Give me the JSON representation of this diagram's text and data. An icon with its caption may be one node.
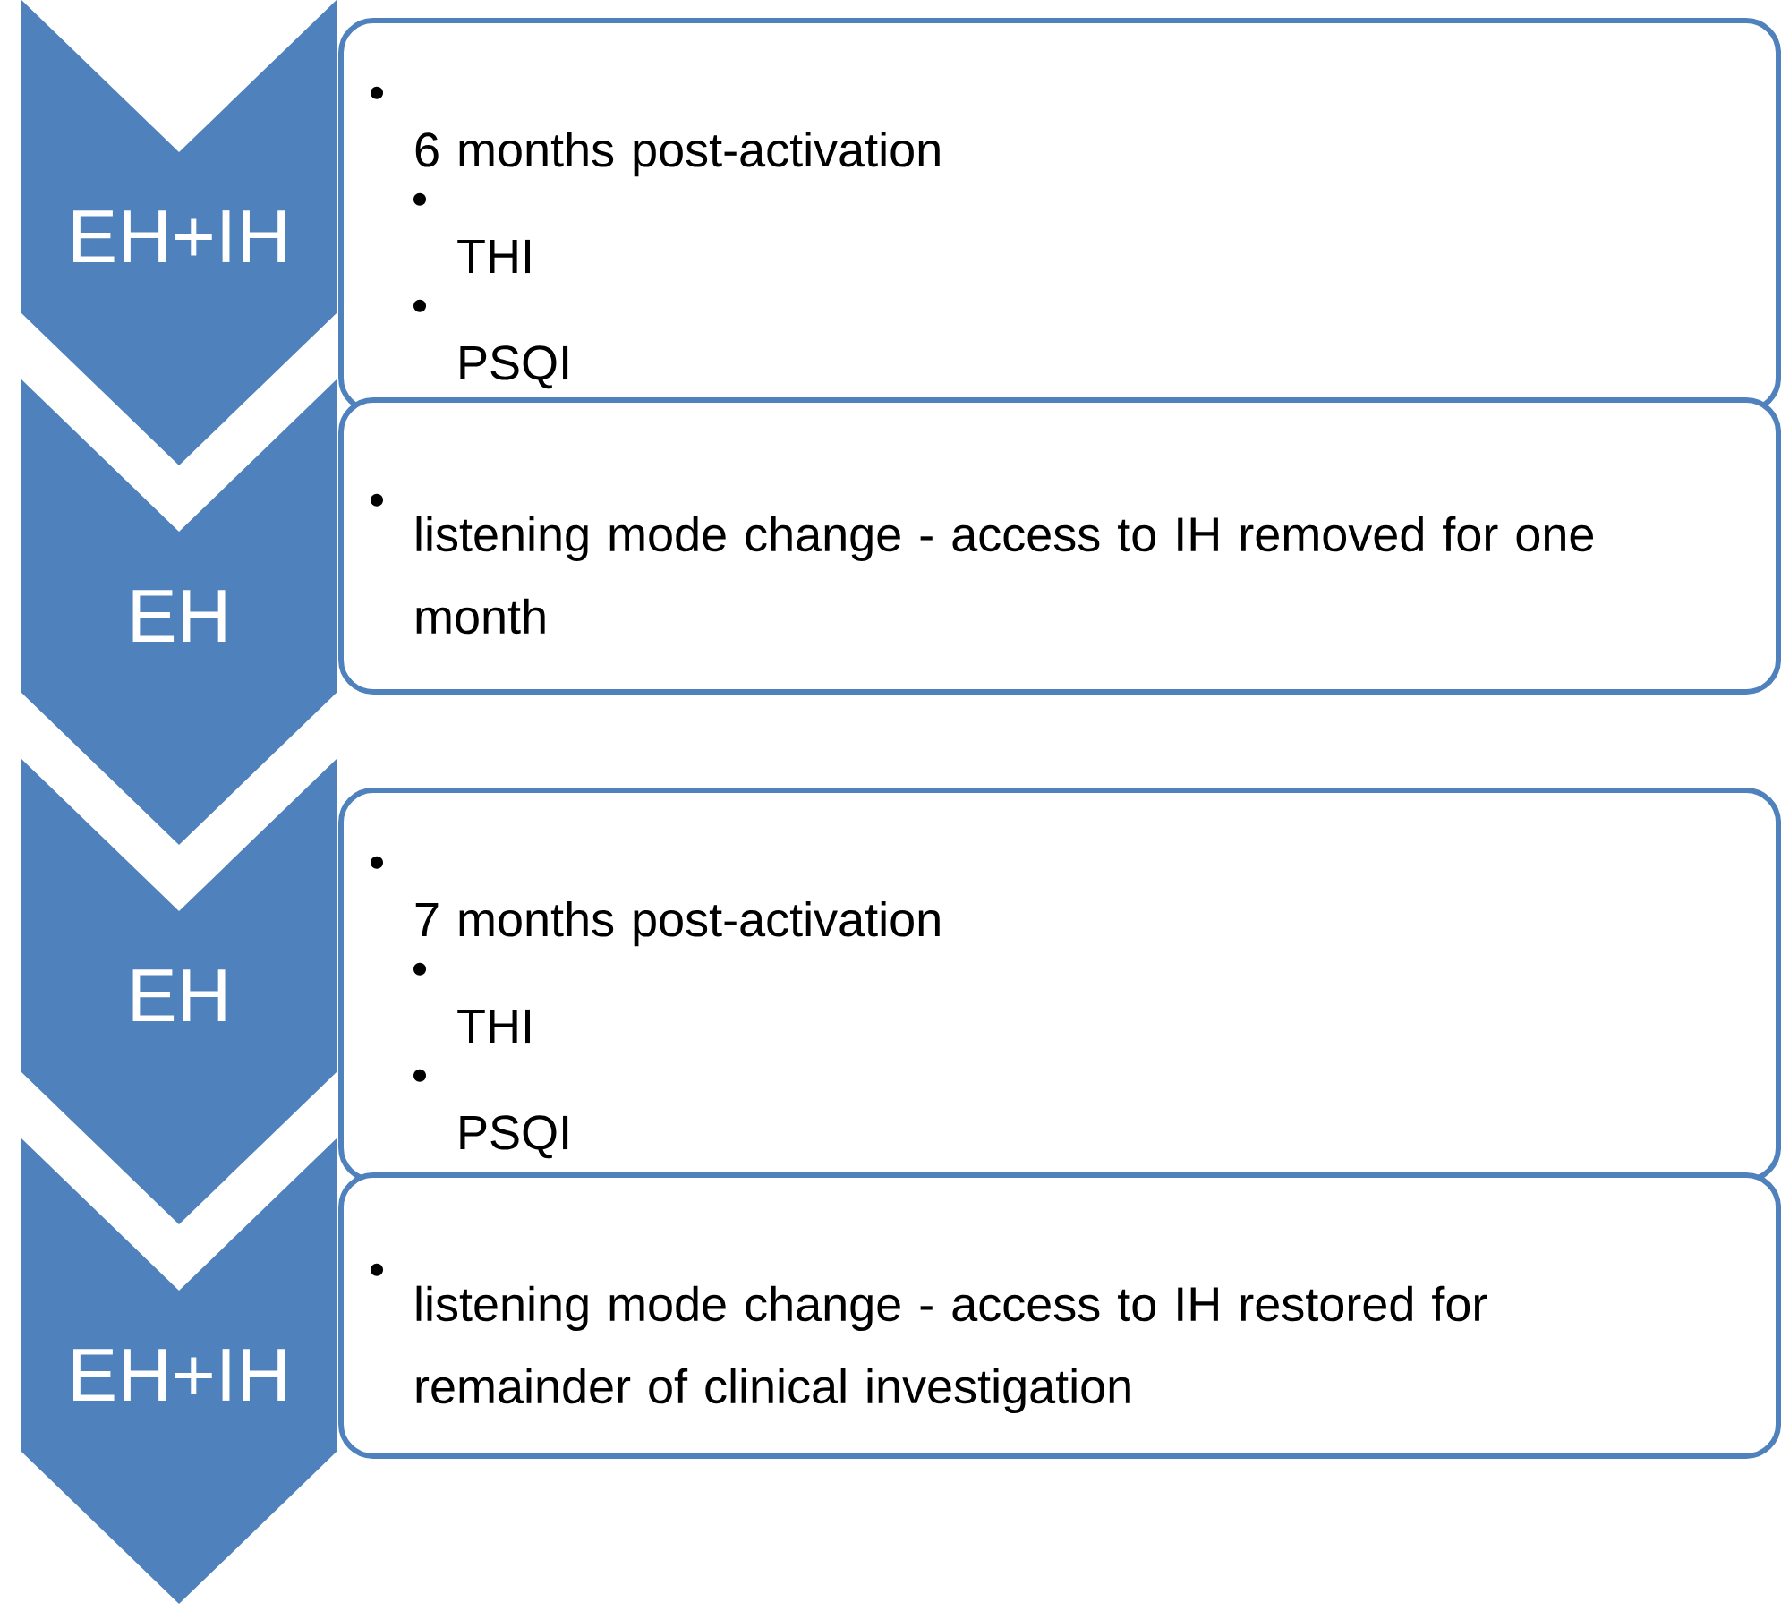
{
  "diagram": {
    "nodes": [
      {
        "text": [
          "EH+IH"
        ]
      },
      {
        "text": [
          "6 months post-activation",
          "THI",
          "PSQI"
        ]
      },
      {
        "text": [
          "EH"
        ]
      },
      {
        "text": [
          "listening mode change - access to IH removed for one month"
        ]
      },
      {
        "text": [
          "EH"
        ]
      },
      {
        "text": [
          "7 months post-activation",
          "THI",
          "PSQI"
        ]
      },
      {
        "text": [
          "EH+IH"
        ]
      },
      {
        "text": [
          "listening mode change - access to IH restored for remainder of clinical investigation"
        ]
      }
    ]
  }
}
